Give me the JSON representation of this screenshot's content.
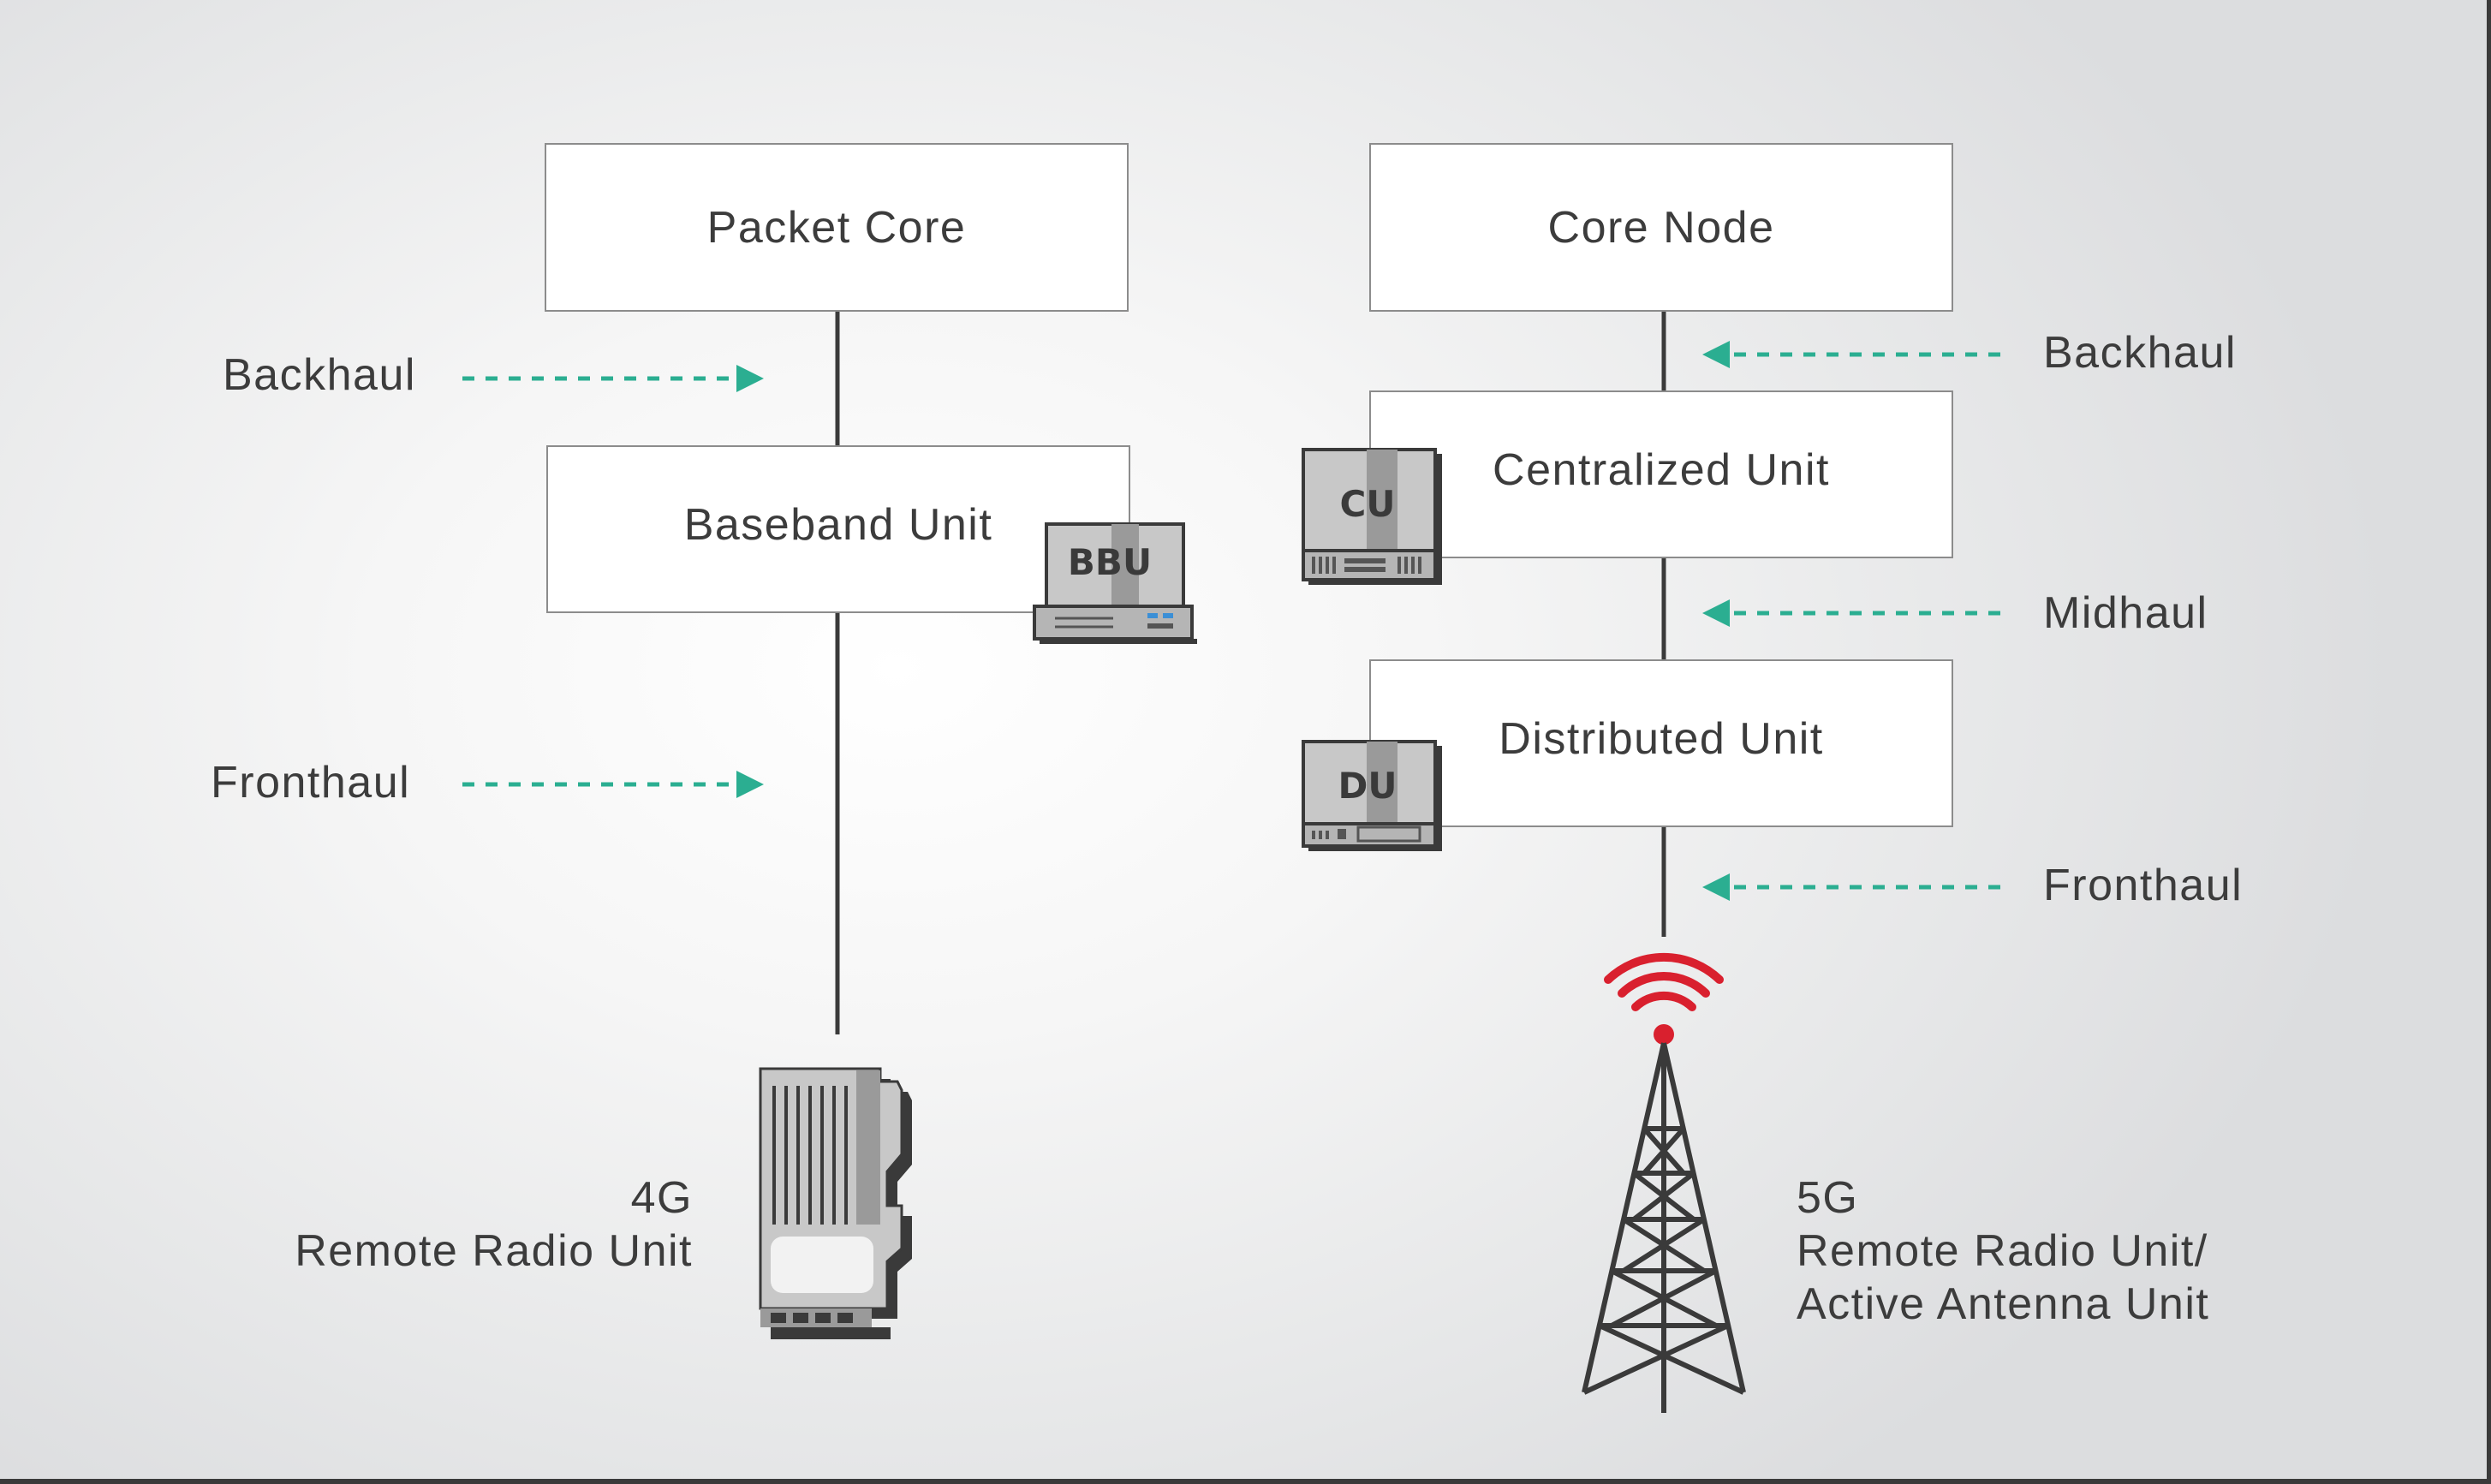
{
  "left": {
    "top_box": "Packet Core",
    "backhaul_label": "Backhaul",
    "mid_box": "Baseband Unit",
    "mid_icon_tag": "BBU",
    "fronthaul_label": "Fronthaul",
    "radio_line1": "4G",
    "radio_line2": "Remote Radio Unit"
  },
  "right": {
    "top_box": "Core Node",
    "backhaul_label": "Backhaul",
    "cu_box": "Centralized Unit",
    "cu_icon_tag": "CU",
    "midhaul_label": "Midhaul",
    "du_box": "Distributed Unit",
    "du_icon_tag": "DU",
    "fronthaul_label": "Fronthaul",
    "radio_line1": "5G",
    "radio_line2": "Remote Radio Unit/",
    "radio_line3": "Active Antenna Unit"
  },
  "colors": {
    "arrow": "#2bae91",
    "line": "#3a3a3a",
    "antenna_signal": "#d9202e",
    "equipment_light": "#c8c8c8",
    "equipment_dark": "#9a9a9a"
  },
  "icons": {
    "bbu": "server-unit-icon",
    "cu": "server-unit-icon",
    "du": "server-unit-icon",
    "rru_4g": "remote-radio-unit-icon",
    "tower_5g": "cell-tower-icon"
  }
}
